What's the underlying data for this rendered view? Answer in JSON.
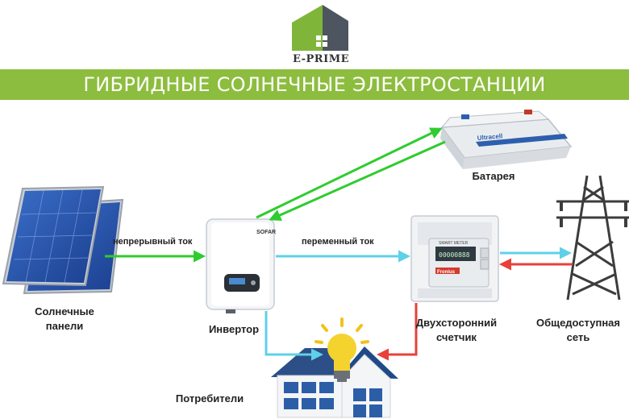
{
  "logo": {
    "name": "E-PRIME"
  },
  "banner": {
    "title": "ГИБРИДНЫЕ СОЛНЕЧНЫЕ ЭЛЕКТРОСТАНЦИИ"
  },
  "nodes": {
    "panels": "Солнечные\nпанели",
    "inverter": "Инвертор",
    "battery": "Батарея",
    "meter": "Двухсторонний\nсчетчик",
    "grid": "Общедоступная\nсеть",
    "consumers": "Потребители"
  },
  "flows": {
    "dc": "непрерывный ток",
    "ac": "переменный ток"
  },
  "device_text": {
    "inverter_brand": "SOFAR",
    "battery_brand": "Ultracell",
    "meter_title": "SMART METER",
    "meter_display": "00000888",
    "meter_brand": "Fronius"
  },
  "colors": {
    "banner": "#8dbd3e",
    "dc_arrow": "#2ecc2e",
    "ac_arrow": "#5fd0e8",
    "grid_arrow": "#e8403a",
    "logo_green": "#7fb63a",
    "logo_dark": "#4d5560"
  }
}
